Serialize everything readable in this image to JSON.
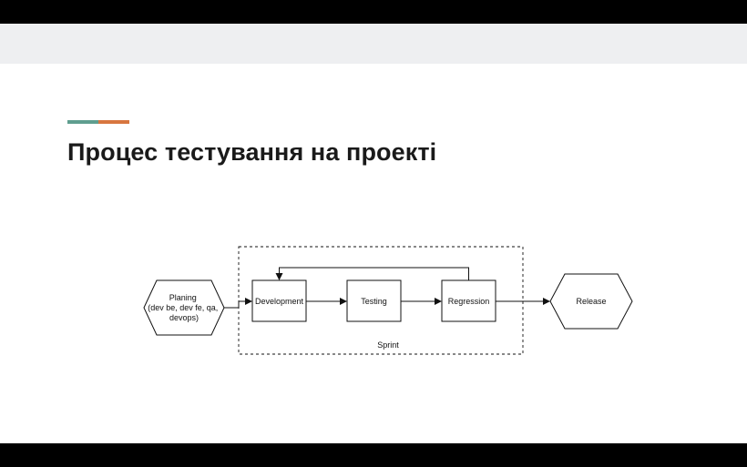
{
  "slide": {
    "title": "Процес тестування на проекті",
    "accent_colors": [
      "#5f9e8f",
      "#d8763f"
    ]
  },
  "diagram": {
    "nodes": {
      "planing": {
        "lines": [
          "Planing",
          "(dev be, dev fe, qa,",
          "devops)"
        ]
      },
      "development": {
        "label": "Development"
      },
      "testing": {
        "label": "Testing"
      },
      "regression": {
        "label": "Regression"
      },
      "release": {
        "label": "Release"
      }
    },
    "group": {
      "label": "Sprint"
    }
  }
}
